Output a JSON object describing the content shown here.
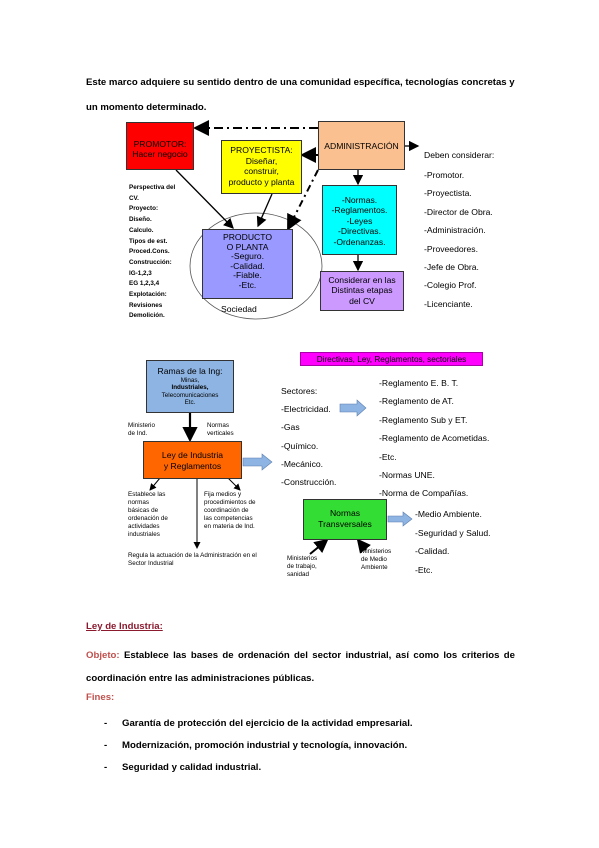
{
  "intro": "Este marco adquiere su sentido dentro de una comunidad específica, tecnologías concretas y un momento determinado.",
  "diagram1": {
    "promotor": "PROMOTOR: Hacer negocio",
    "proyectista": [
      "PROYECTISTA:",
      "Diseñar,",
      "construir,",
      "producto y planta"
    ],
    "administracion": "ADMINISTRACIÓN",
    "producto": [
      "PRODUCTO",
      "O PLANTA",
      "-Seguro.",
      "-Calidad.",
      "-Fiable.",
      "-Etc."
    ],
    "sociedad": "Sociedad",
    "normas": [
      "-Normas.",
      "-Reglamentos.",
      "-Leyes",
      "-Directivas.",
      "-Ordenanzas."
    ],
    "considerar": [
      "Considerar en las",
      "Distintas etapas",
      "del CV"
    ],
    "left_notes": [
      "Perspectiva del",
      "CV.",
      "Proyecto:",
      "Diseño.",
      "Calculo.",
      "Tipos de est.",
      "Proced.Cons.",
      "Construcción:",
      "IG-1,2,3",
      "EG 1,2,3,4",
      "Explotación:",
      "Revisiones",
      "Demolición."
    ],
    "deben_title": "Deben considerar:",
    "deben_items": [
      "-Promotor.",
      "-Proyectista.",
      "-Director de Obra.",
      "-Administración.",
      "-Proveedores.",
      "-Jefe de Obra.",
      "-Colegio Prof.",
      "-Licenciante."
    ]
  },
  "diagram2": {
    "ramas": [
      "Ramas de la Ing:",
      "Minas,",
      "Industriales,",
      "Telecomunicaciones",
      "Etc."
    ],
    "directivas": "Directivas, Ley, Reglamentos, sectoriales",
    "ministerio_ind": [
      "Ministerio",
      "de Ind."
    ],
    "normas_verticales": [
      "Normas",
      "verticales"
    ],
    "ley": [
      "Ley de Industria",
      "y Reglamentos"
    ],
    "sectores": [
      "Sectores:",
      "-Electricidad.",
      "-Gas",
      "-Químico.",
      "-Mecánico.",
      "-Construcción."
    ],
    "reglamentos": [
      "-Reglamento E. B. T.",
      "-Reglamento de AT.",
      "-Reglamento Sub y ET.",
      "-Reglamento de Acometidas.",
      "-Etc.",
      "-Normas UNE.",
      "-Norma de Compañías."
    ],
    "establece": [
      "Establece las",
      "normas",
      "básicas de",
      "ordenación de",
      "actividades",
      "industriales"
    ],
    "fija": [
      "Fija medios y",
      "procedimientos de",
      "coordinación de",
      "las competencias",
      "en materia de Ind."
    ],
    "normas_transversales": [
      "Normas",
      "Transversales"
    ],
    "transversales_items": [
      "-Medio Ambiente.",
      "-Seguridad y Salud.",
      "-Calidad.",
      "-Etc."
    ],
    "regula": [
      "Regula la actuación de la Administración en el",
      "Sector  Industrial"
    ],
    "min_trabajo": [
      "Ministerios",
      "de trabajo,",
      "sanidad"
    ],
    "min_medio": [
      "Ministerios",
      "de Medio",
      "Ambiente"
    ]
  },
  "ley_title": "Ley de Industria:",
  "objeto_label": "Objeto:",
  "objeto_text": " Establece las bases de ordenación del sector industrial, así como los criterios de coordinación entre las administraciones públicas.",
  "fines_label": "Fines:",
  "fines": [
    "Garantía de protección del ejercicio de la actividad empresarial.",
    "Modernización, promoción industrial y tecnología, innovación.",
    "Seguridad y calidad industrial."
  ],
  "colors": {
    "promotor": "#ff0000",
    "proyectista": "#ffff00",
    "administracion": "#fac08f",
    "producto": "#9999ff",
    "normas": "#00ffff",
    "considerar": "#cc99ff",
    "ramas": "#8eb4e3",
    "directivas": "#ff00ff",
    "ley": "#ff6600",
    "transversales": "#33dd33",
    "arrow_fill": "#8eb4e3"
  }
}
